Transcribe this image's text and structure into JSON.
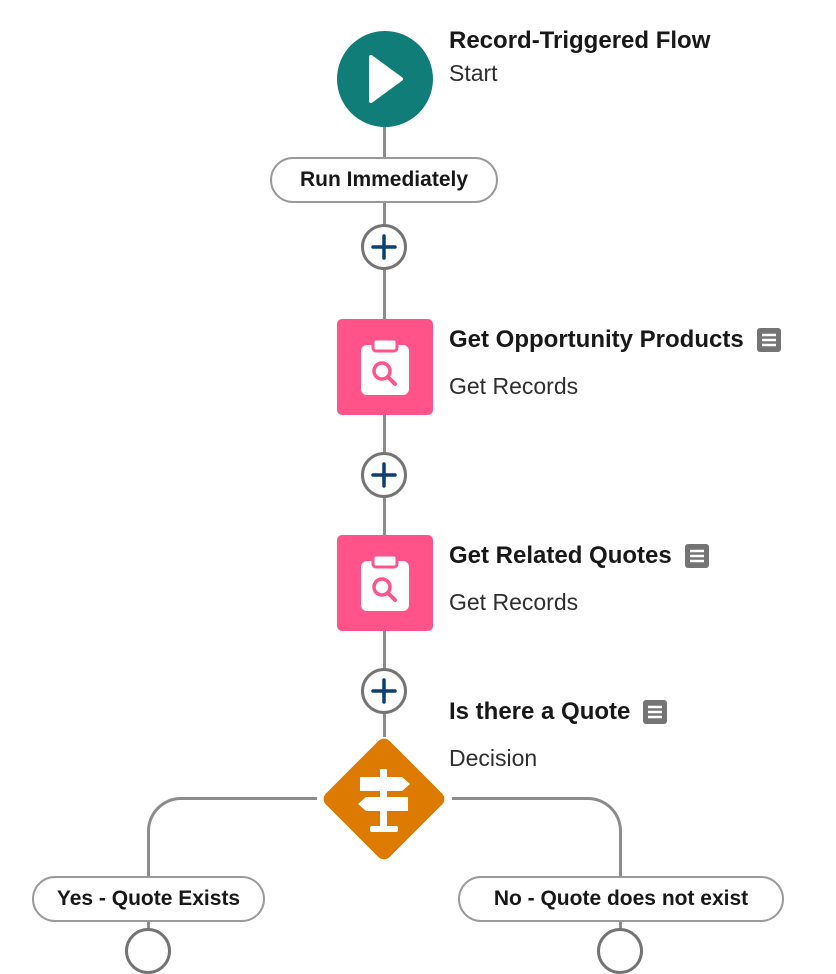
{
  "start": {
    "title": "Record-Triggered Flow",
    "subtitle": "Start",
    "icon": "play-icon",
    "color": "#117d78"
  },
  "scheduled_path": {
    "label": "Run Immediately"
  },
  "elements": [
    {
      "title": "Get Opportunity Products",
      "subtitle": "Get Records",
      "icon": "clipboard-search-icon",
      "color": "#ff538a"
    },
    {
      "title": "Get Related Quotes",
      "subtitle": "Get Records",
      "icon": "clipboard-search-icon",
      "color": "#ff538a"
    }
  ],
  "decision": {
    "title": "Is there a Quote",
    "subtitle": "Decision",
    "icon": "signpost-icon",
    "color": "#dd7a01"
  },
  "outcomes": [
    {
      "label": "Yes - Quote Exists"
    },
    {
      "label": "No - Quote does not exist"
    }
  ],
  "add_button_icon": "plus-icon",
  "description_icon": "description-icon"
}
